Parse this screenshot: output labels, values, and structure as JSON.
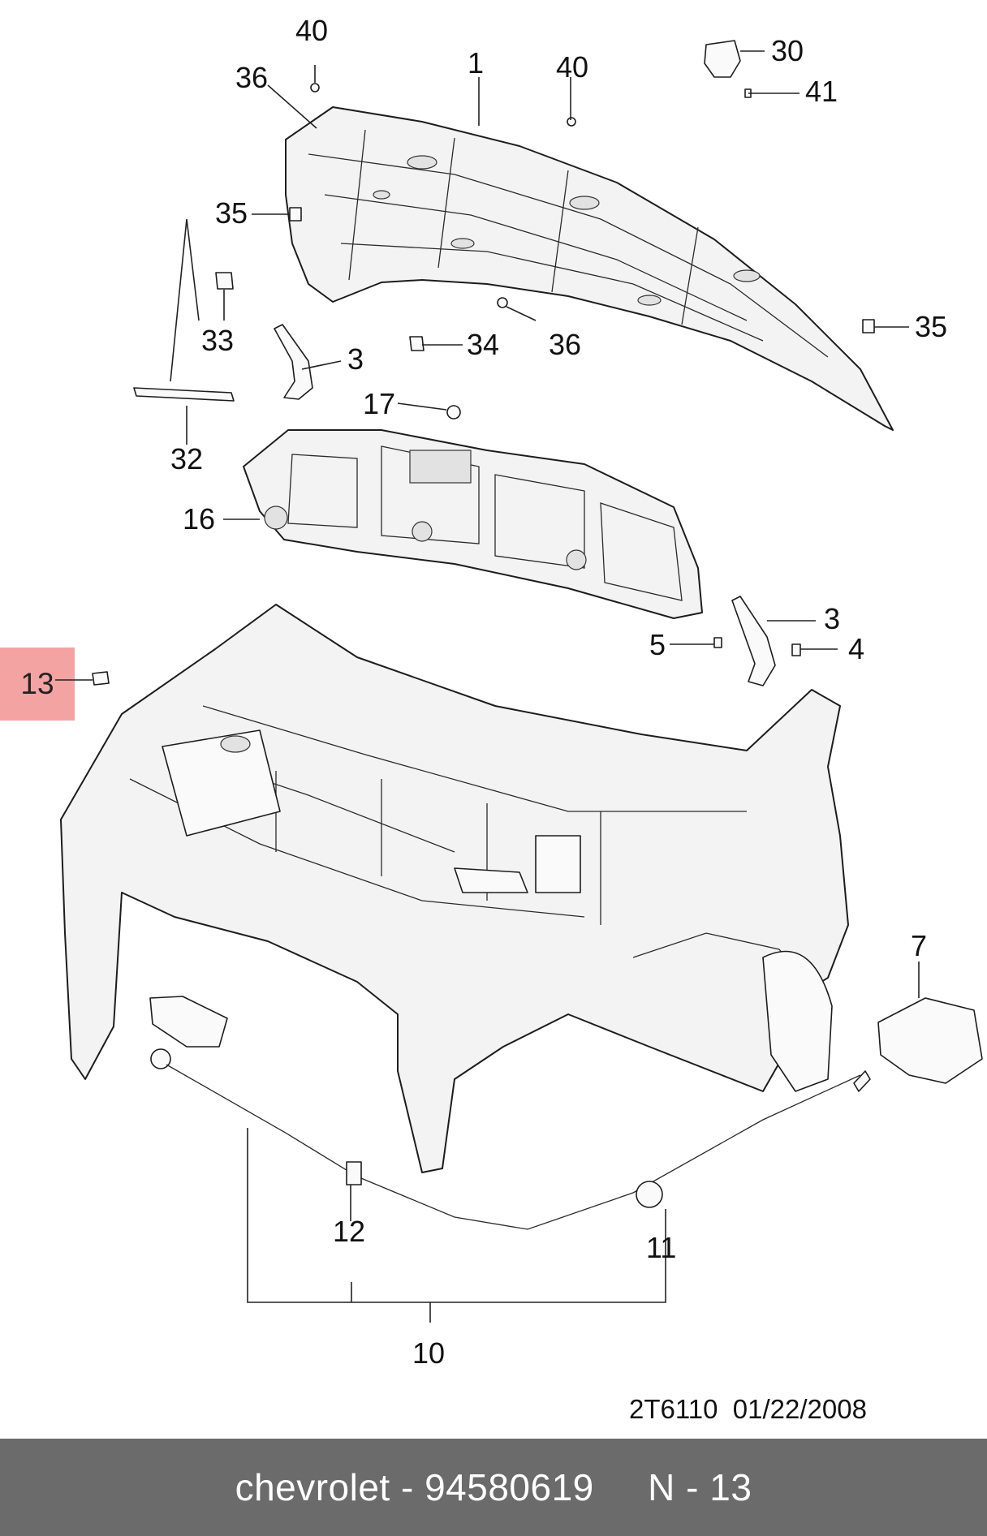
{
  "callouts": [
    "1",
    "3",
    "3",
    "4",
    "5",
    "7",
    "10",
    "11",
    "12",
    "13",
    "16",
    "17",
    "30",
    "32",
    "33",
    "34",
    "35",
    "35",
    "36",
    "36",
    "40",
    "40",
    "41"
  ],
  "drawing_ref": "2T6110  01/22/2008",
  "highlighted_part": "13",
  "footer": {
    "brand": "chevrolet",
    "part_number": "94580619",
    "position": "N - 13",
    "text": "chevrolet - 94580619     N - 13"
  },
  "colors": {
    "highlight": "#f4a3a3",
    "footer_bg": "#6b6b6b",
    "footer_text": "#ffffff"
  }
}
